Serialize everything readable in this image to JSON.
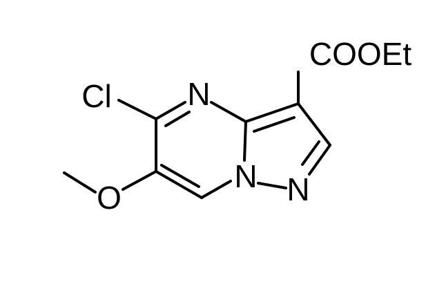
{
  "diagram": {
    "type": "chemical-structure",
    "atoms": {
      "chlorine": "Cl",
      "n_ring_top": "N",
      "n_bridgehead": "N",
      "n_pyrazole": "N",
      "oxygen_methoxy": "O",
      "ester": "COOEt"
    }
  }
}
